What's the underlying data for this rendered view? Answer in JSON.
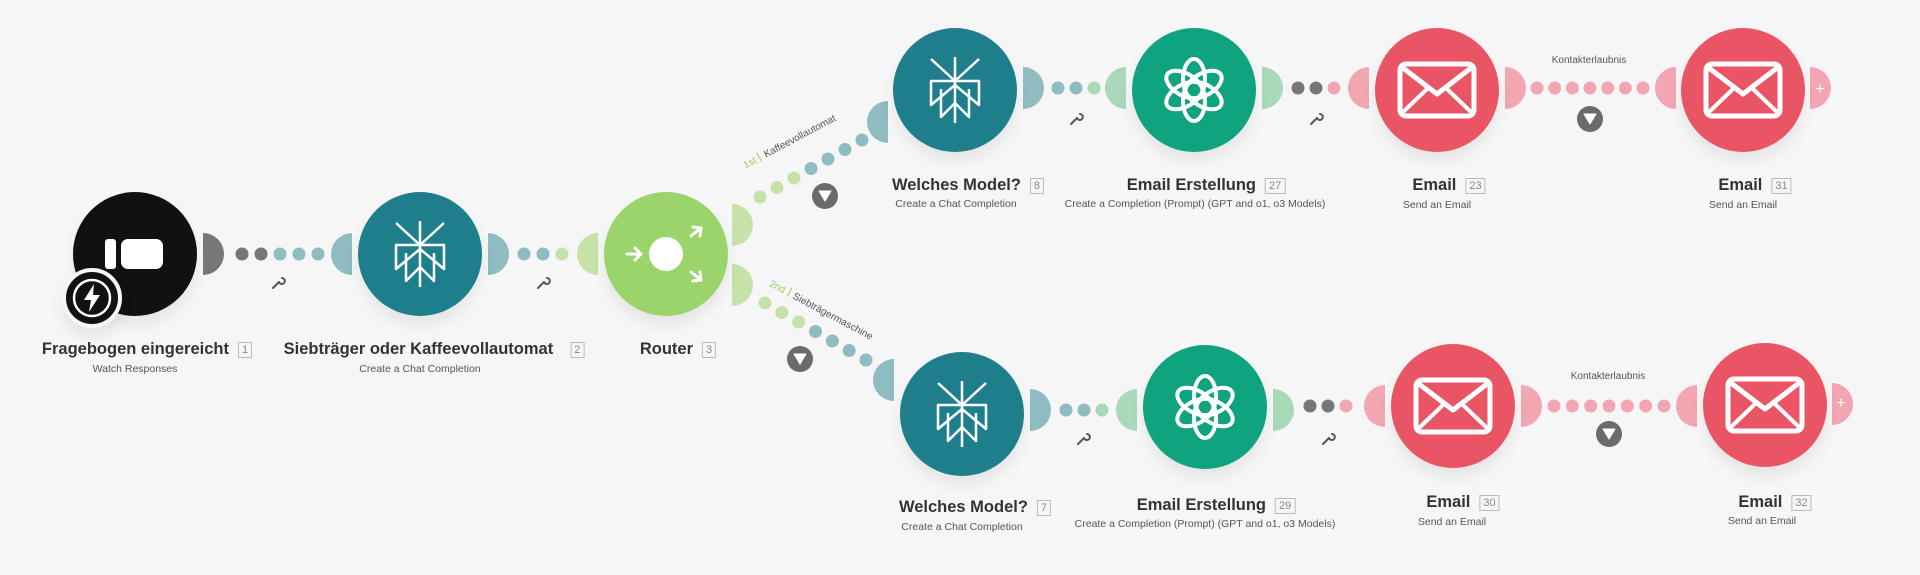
{
  "colors": {
    "teal": "#1e7e8c",
    "openai": "#10a37f",
    "email": "#ea5566",
    "router": "#9bd46b",
    "black": "#111111",
    "bg": "#f6f6f6"
  },
  "modules": [
    {
      "id": "n1",
      "icon": "tally-icon",
      "title": "Fragebogen eingereicht",
      "badge": "1",
      "subtitle": "Watch Responses"
    },
    {
      "id": "n2",
      "icon": "perplexity-icon",
      "title": "Siebträger oder Kaffeevollautomat",
      "badge": "2",
      "subtitle": "Create a Chat Completion"
    },
    {
      "id": "n3",
      "icon": "router-icon",
      "title": "Router",
      "badge": "3",
      "subtitle": ""
    },
    {
      "id": "n4",
      "icon": "perplexity-icon",
      "title": "Welches Model?",
      "badge": "8",
      "subtitle": "Create a Chat Completion"
    },
    {
      "id": "n5",
      "icon": "openai-icon",
      "title": "Email Erstellung",
      "badge": "27",
      "subtitle": "Create a Completion (Prompt) (GPT and o1, o3 Models)"
    },
    {
      "id": "n6",
      "icon": "email-icon",
      "title": "Email",
      "badge": "23",
      "subtitle": "Send an Email"
    },
    {
      "id": "n7",
      "icon": "email-icon",
      "title": "Email",
      "badge": "31",
      "subtitle": "Send an Email"
    },
    {
      "id": "n8",
      "icon": "perplexity-icon",
      "title": "Welches Model?",
      "badge": "7",
      "subtitle": "Create a Chat Completion"
    },
    {
      "id": "n9",
      "icon": "openai-icon",
      "title": "Email Erstellung",
      "badge": "29",
      "subtitle": "Create a Completion (Prompt) (GPT and o1, o3 Models)"
    },
    {
      "id": "n10",
      "icon": "email-icon",
      "title": "Email",
      "badge": "30",
      "subtitle": "Send an Email"
    },
    {
      "id": "n11",
      "icon": "email-icon",
      "title": "Email",
      "badge": "32",
      "subtitle": "Send an Email"
    }
  ],
  "routes": [
    {
      "order": "1st",
      "label": "Kaffeevollautomat"
    },
    {
      "order": "2nd",
      "label": "Siebträgermaschine"
    }
  ],
  "links": {
    "top_email_label": "Kontakterlaubnis",
    "bottom_email_label": "Kontakterlaubnis"
  },
  "add_symbol": "+"
}
